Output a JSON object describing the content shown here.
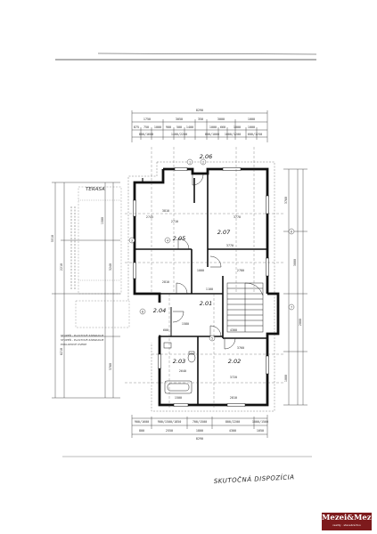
{
  "plan": {
    "caption": "SKUTOČNÁ DISPOZÍCIA",
    "terrace_label": "TERASA",
    "rooms": [
      {
        "id": "r205",
        "label": "2.05"
      },
      {
        "id": "r206",
        "label": "2.06"
      },
      {
        "id": "r207",
        "label": "2.07"
      },
      {
        "id": "r201",
        "label": "2.01"
      },
      {
        "id": "r204",
        "label": "2.04"
      },
      {
        "id": "r203",
        "label": "2.03"
      },
      {
        "id": "r202",
        "label": "2.02"
      }
    ],
    "dims_top": {
      "overall": "8290",
      "row2": [
        "1750",
        "3050",
        "350",
        "3000",
        "1000"
      ],
      "row3": [
        "875",
        "750",
        "1000",
        "900",
        "500",
        "1400",
        "1000",
        "660",
        "1000",
        "1000"
      ],
      "openings": [
        "800/1600",
        "1400/2200",
        "800/1000",
        "1000/1200",
        "600/1250"
      ]
    },
    "dims_bottom": {
      "overall": "8290",
      "row1": [
        "800",
        "2550",
        "1800",
        "4300",
        "1050"
      ],
      "openings": [
        "900/1600",
        "900/1500/1850",
        "700/1500",
        "800/2200",
        "1000/1500"
      ]
    },
    "dims_interior": [
      "3810",
      "2745",
      "2710",
      "3770",
      "3770",
      "1000",
      "2810",
      "2780",
      "1100",
      "1580",
      "600",
      "4300",
      "3760",
      "2640",
      "3720",
      "1500",
      "2810"
    ],
    "dims_left": [
      "5510",
      "2210",
      "1500",
      "3240",
      "6210",
      "3760"
    ],
    "dims_right": [
      "3760",
      "3000",
      "2000",
      "1000"
    ],
    "notes": [
      "STUPEŇ - PLASTOVÉ ZÁBRADLIE",
      "STUPEŇ - PLASTOVÉ ZÁBRADLIE",
      "POKLOPOVÉ DVERE"
    ],
    "markers": [
      "1",
      "2",
      "3",
      "4",
      "5",
      "6",
      "7",
      "8"
    ]
  },
  "logo": {
    "name": "Mezei&Mezei",
    "sub": "reality · stavebníctvo"
  },
  "colors": {
    "line": "#1a1a1a",
    "logo_bg": "#7d1a1c"
  }
}
